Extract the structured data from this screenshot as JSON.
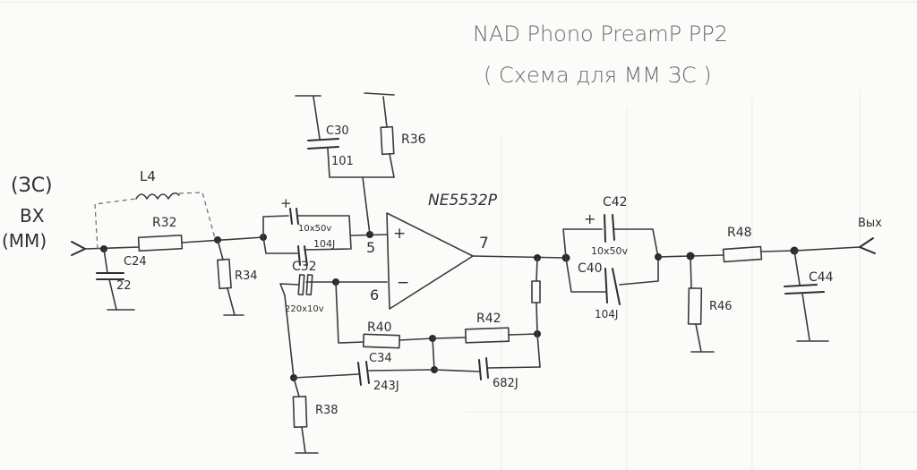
{
  "title": {
    "line1": "NAD Phono PreamP   PP2",
    "line2": "( Схема для ММ ЗС )"
  },
  "input": {
    "note": "(ЗС)",
    "label": "ВХ",
    "mode": "(ММ)"
  },
  "output": {
    "label": "Вых"
  },
  "opamp": {
    "part": "NE5532P",
    "pin_noninv": "5",
    "pin_inv": "6",
    "pin_out": "7",
    "plus_sign": "+",
    "minus_sign": "−"
  },
  "components": {
    "L4": {
      "ref": "L4"
    },
    "R32": {
      "ref": "R32"
    },
    "C24": {
      "ref": "C24",
      "value": "22"
    },
    "R34": {
      "ref": "R34"
    },
    "C_in": {
      "polarity": "+",
      "rating": "10x50v",
      "value2": "104J"
    },
    "C30": {
      "ref": "C30",
      "value": "101"
    },
    "R36": {
      "ref": "R36"
    },
    "C32": {
      "ref": "C32",
      "rating": "220x10v"
    },
    "R38": {
      "ref": "R38"
    },
    "R40": {
      "ref": "R40"
    },
    "R42": {
      "ref": "R42"
    },
    "C34": {
      "ref": "C34",
      "value": "243J"
    },
    "C36": {
      "value": "682J"
    },
    "C42": {
      "ref": "C42",
      "polarity": "+",
      "rating": "10x50v"
    },
    "C40": {
      "ref": "C40",
      "value": "104J"
    },
    "R46": {
      "ref": "R46"
    },
    "R48": {
      "ref": "R48"
    },
    "C44": {
      "ref": "C44"
    }
  },
  "colors": {
    "ink": "#2e2e2e",
    "pencil": "#6a6a6a",
    "paper": "#fbfbfa"
  }
}
